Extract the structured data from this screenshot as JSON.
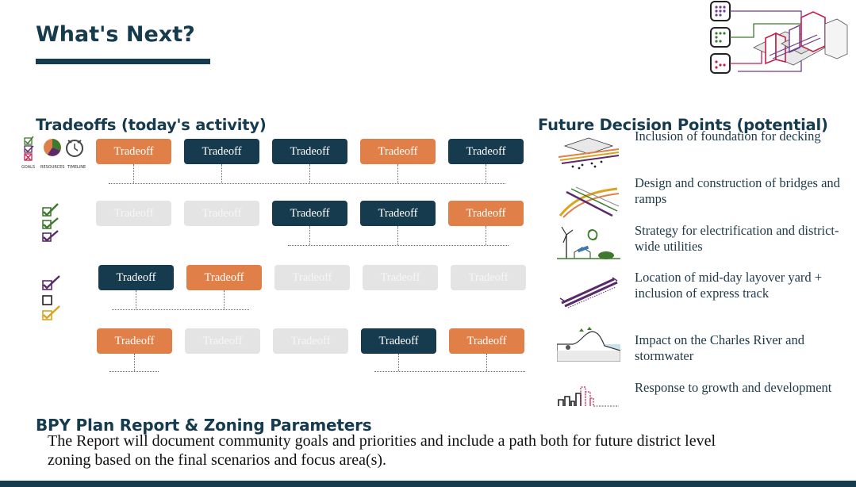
{
  "slide": {
    "title": "What's Next?"
  },
  "tradeoffs": {
    "heading": "Tradeoffs (today's activity)",
    "legend": {
      "goals": "GOALS",
      "resources": "RESOURCES",
      "timeline": "TIMELINE"
    },
    "label": "Tradeoff",
    "rows": [
      [
        "orange",
        "navy",
        "navy",
        "orange",
        "navy"
      ],
      [
        "gray",
        "gray",
        "navy",
        "navy",
        "orange"
      ],
      [
        "navy",
        "orange",
        "gray",
        "gray",
        "gray"
      ],
      [
        "orange",
        "gray",
        "gray",
        "navy",
        "orange"
      ]
    ]
  },
  "future": {
    "heading": "Future Decision Points (potential)",
    "items": [
      {
        "icon": "decking-foundation-icon",
        "text": "Inclusion of foundation for decking"
      },
      {
        "icon": "bridges-ramps-icon",
        "text": "Design and construction of bridges and ramps"
      },
      {
        "icon": "electrification-icon",
        "text": "Strategy for electrification and district-wide utilities"
      },
      {
        "icon": "layover-yard-icon",
        "text": "Location of mid-day layover yard + inclusion of express track"
      },
      {
        "icon": "river-stormwater-icon",
        "text": "Impact on the Charles River and stormwater"
      },
      {
        "icon": "growth-development-icon",
        "text": "Response to growth and development"
      }
    ]
  },
  "report": {
    "heading": "BPY Plan Report & Zoning Parameters",
    "body": "The Report will document community goals and priorities and include a path both for future district level zoning based on the final scenarios and focus area(s)."
  },
  "colors": {
    "navy": "#163b4e",
    "orange": "#e07f48",
    "gray": "#e4e4e4",
    "purple": "#5a2a6a",
    "green": "#3e7a2e"
  }
}
